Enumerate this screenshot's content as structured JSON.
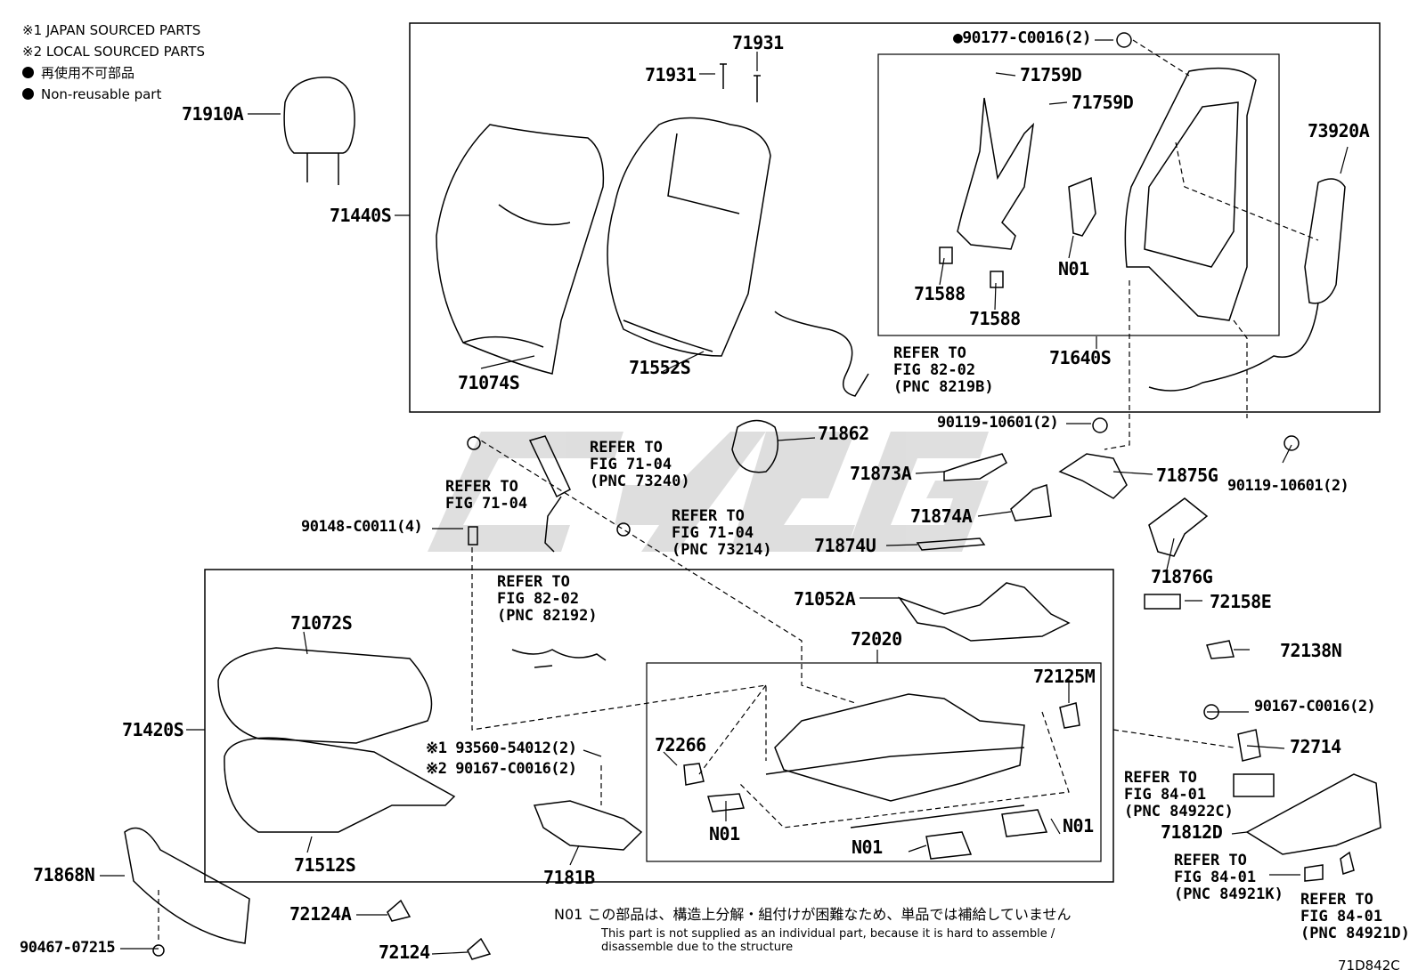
{
  "legend": {
    "japan": "※1 JAPAN SOURCED PARTS",
    "local": "※2 LOCAL SOURCED PARTS",
    "nonreusable_jp": "再使用不可部品",
    "nonreusable_en": "Non-reusable part"
  },
  "labels": {
    "p71910A": "71910A",
    "p71440S": "71440S",
    "p71931a": "71931",
    "p71931b": "71931",
    "p71074S": "71074S",
    "p71552S": "71552S",
    "p90177": "●90177-C0016(2)",
    "p71759Da": "71759D",
    "p71759Db": "71759D",
    "pN01top": "N01",
    "p71588a": "71588",
    "p71588b": "71588",
    "p71640S": "71640S",
    "p73920A": "73920A",
    "p71862": "71862",
    "p90119a": "90119-10601(2)",
    "p90119b": "90119-10601(2)",
    "p71873A": "71873A",
    "p71875G": "71875G",
    "p71874A": "71874A",
    "p71874U": "71874U",
    "p71876G": "71876G",
    "p90148": "90148-C0011(4)",
    "p71052A": "71052A",
    "p72158E": "72158E",
    "p72020": "72020",
    "p72125M": "72125M",
    "p72138N": "72138N",
    "p71072S": "71072S",
    "p71420S": "71420S",
    "p93560": "※1 93560-54012(2)",
    "p90167a": "※2 90167-C0016(2)",
    "p72266": "72266",
    "pN01a": "N01",
    "pN01b": "N01",
    "pN01c": "N01",
    "p90167b": "90167-C0016(2)",
    "p72714": "72714",
    "p71812D": "71812D",
    "p71512S": "71512S",
    "p7181B": "7181B",
    "p71868N": "71868N",
    "p72124A": "72124A",
    "p72124": "72124",
    "p90467": "90467-07215"
  },
  "refs": {
    "r82_02a": [
      "REFER TO",
      "FIG 82-02",
      "(PNC 8219B)"
    ],
    "r71_04a": [
      "REFER TO",
      "FIG 71-04",
      "(PNC 73240)"
    ],
    "r71_04b": [
      "REFER TO",
      "FIG 71-04"
    ],
    "r71_04c": [
      "REFER TO",
      "FIG 71-04",
      "(PNC 73214)"
    ],
    "r82_02b": [
      "REFER TO",
      "FIG 82-02",
      "(PNC 82192)"
    ],
    "r84_01a": [
      "REFER TO",
      "FIG 84-01",
      "(PNC 84922C)"
    ],
    "r84_01b": [
      "REFER TO",
      "FIG 84-01",
      "(PNC 84921K)"
    ],
    "r84_01c": [
      "REFER TO",
      "FIG 84-01",
      "(PNC 84921D)"
    ]
  },
  "notes": {
    "n01_jp": "N01 この部品は、構造上分解・組付けが困難なため、単品では補給していません",
    "n01_en1": "This part is not supplied as an individual part, because it is hard to assemble /",
    "n01_en2": "disassemble due to the structure",
    "fig_code": "71D842C"
  }
}
